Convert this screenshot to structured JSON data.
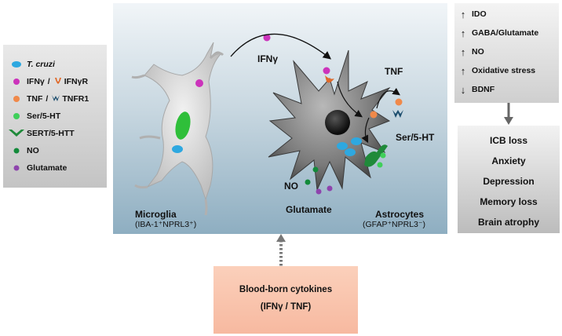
{
  "legend": {
    "t_cruzi": "T. cruzi",
    "ifng": "IFNγ",
    "ifngr": "IFNγR",
    "tnf": "TNF",
    "tnfr1": "TNFR1",
    "ser_5ht": "Ser/5-HT",
    "sert": "SERT/5-HTT",
    "no": "NO",
    "glutamate": "Glutamate",
    "separator": "/"
  },
  "scene": {
    "ifng_label": "IFNγ",
    "tnf_label": "TNF",
    "ser_label": "Ser/5-HT",
    "no_label": "NO",
    "glutamate_label": "Glutamate",
    "microglia_title": "Microglia",
    "microglia_markers": "(IBA-1⁺NPRL3⁺)",
    "astrocytes_title": "Astrocytes",
    "astrocytes_markers": "(GFAP⁺NPRL3⁻)"
  },
  "effects": [
    {
      "direction": "up",
      "arrow": "↑",
      "label": "IDO"
    },
    {
      "direction": "up",
      "arrow": "↑",
      "label": "GABA/Glutamate"
    },
    {
      "direction": "up",
      "arrow": "↑",
      "label": "NO"
    },
    {
      "direction": "up",
      "arrow": "↑",
      "label": "Oxidative stress"
    },
    {
      "direction": "down",
      "arrow": "↓",
      "label": "BDNF"
    }
  ],
  "outcomes": [
    "ICB loss",
    "Anxiety",
    "Depression",
    "Memory loss",
    "Brain atrophy"
  ],
  "blood": {
    "line1": "Blood-born cytokines",
    "line2": "(IFNγ / TNF)"
  },
  "colors": {
    "t_cruzi": "#2ea8e0",
    "ifng": "#cc33bb",
    "tnf": "#f0894a",
    "ser": "#3fcf5a",
    "sert": "#1f8a3a",
    "no": "#138a3a",
    "glutamate": "#8e44ad",
    "ifngr": "#e06a2a",
    "tnfr1": "#1d4e6e"
  }
}
